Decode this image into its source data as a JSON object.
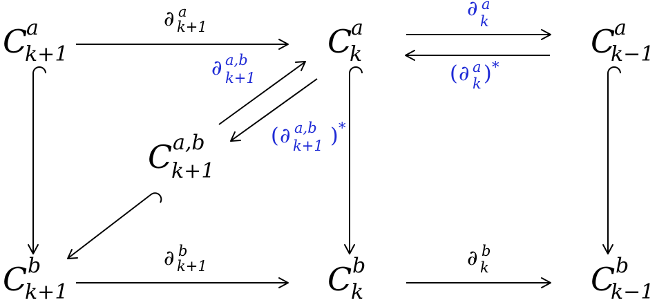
{
  "nodes": {
    "c_a_k1": {
      "base": "C",
      "sup": "a",
      "sub": "k+1"
    },
    "c_a_k": {
      "base": "C",
      "sup": "a",
      "sub": "k"
    },
    "c_a_km1": {
      "base": "C",
      "sup": "a",
      "sub": "k−1"
    },
    "c_ab_k1": {
      "base": "C",
      "sup": "a,b",
      "sub": "k+1"
    },
    "c_b_k1": {
      "base": "C",
      "sup": "b",
      "sub": "k+1"
    },
    "c_b_k": {
      "base": "C",
      "sup": "b",
      "sub": "k"
    },
    "c_b_km1": {
      "base": "C",
      "sup": "b",
      "sub": "k−1"
    }
  },
  "labels": {
    "d_a_k1": {
      "base": "∂",
      "sup": "a",
      "sub": "k+1"
    },
    "d_a_k": {
      "base": "∂",
      "sup": "a",
      "sub": "k"
    },
    "d_a_k_adj": {
      "open": "(",
      "base": "∂",
      "sup": "a",
      "sub": "k",
      "close": ")",
      "star": "*"
    },
    "d_ab_k1": {
      "base": "∂",
      "sup": "a,b",
      "sub": "k+1"
    },
    "d_ab_k1_adj": {
      "open": "(",
      "base": "∂",
      "sup": "a,b",
      "sub": "k+1",
      "close": ")",
      "star": "*"
    },
    "d_b_k1": {
      "base": "∂",
      "sup": "b",
      "sub": "k+1"
    },
    "d_b_k": {
      "base": "∂",
      "sup": "b",
      "sub": "k"
    }
  },
  "colors": {
    "primary": "#000000",
    "adjoint": "#1f2bd6"
  }
}
